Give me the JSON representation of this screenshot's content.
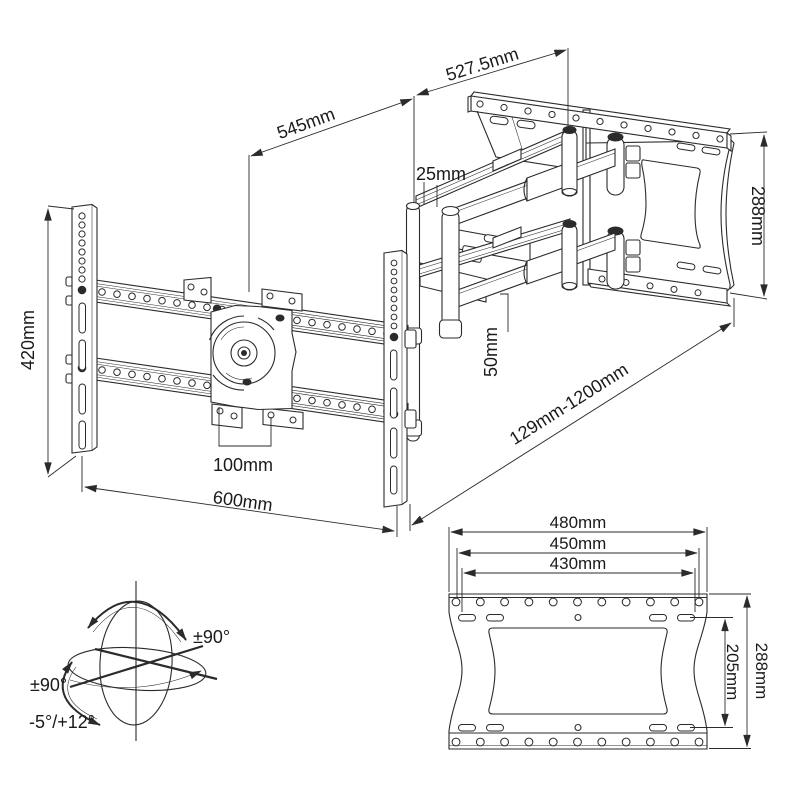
{
  "iso_view": {
    "dim_arm_front": "545mm",
    "dim_wall_top": "527.5mm",
    "dim_pivot_gap": "25mm",
    "dim_wall_height": "288mm",
    "dim_bracket_height": "420mm",
    "dim_arm_spacing": "50mm",
    "dim_vesa_spacing": "100mm",
    "dim_bracket_width": "600mm",
    "dim_extension_range": "129mm-1200mm"
  },
  "rotation_diagram": {
    "swivel_label": "±90°",
    "rotate_label": "±90°",
    "tilt_label": "-5°/+12°"
  },
  "wall_plate_front": {
    "dim_width_outer": "480mm",
    "dim_width_holes": "450mm",
    "dim_width_slots": "430mm",
    "dim_height_inner": "205mm",
    "dim_height_outer": "288mm"
  }
}
